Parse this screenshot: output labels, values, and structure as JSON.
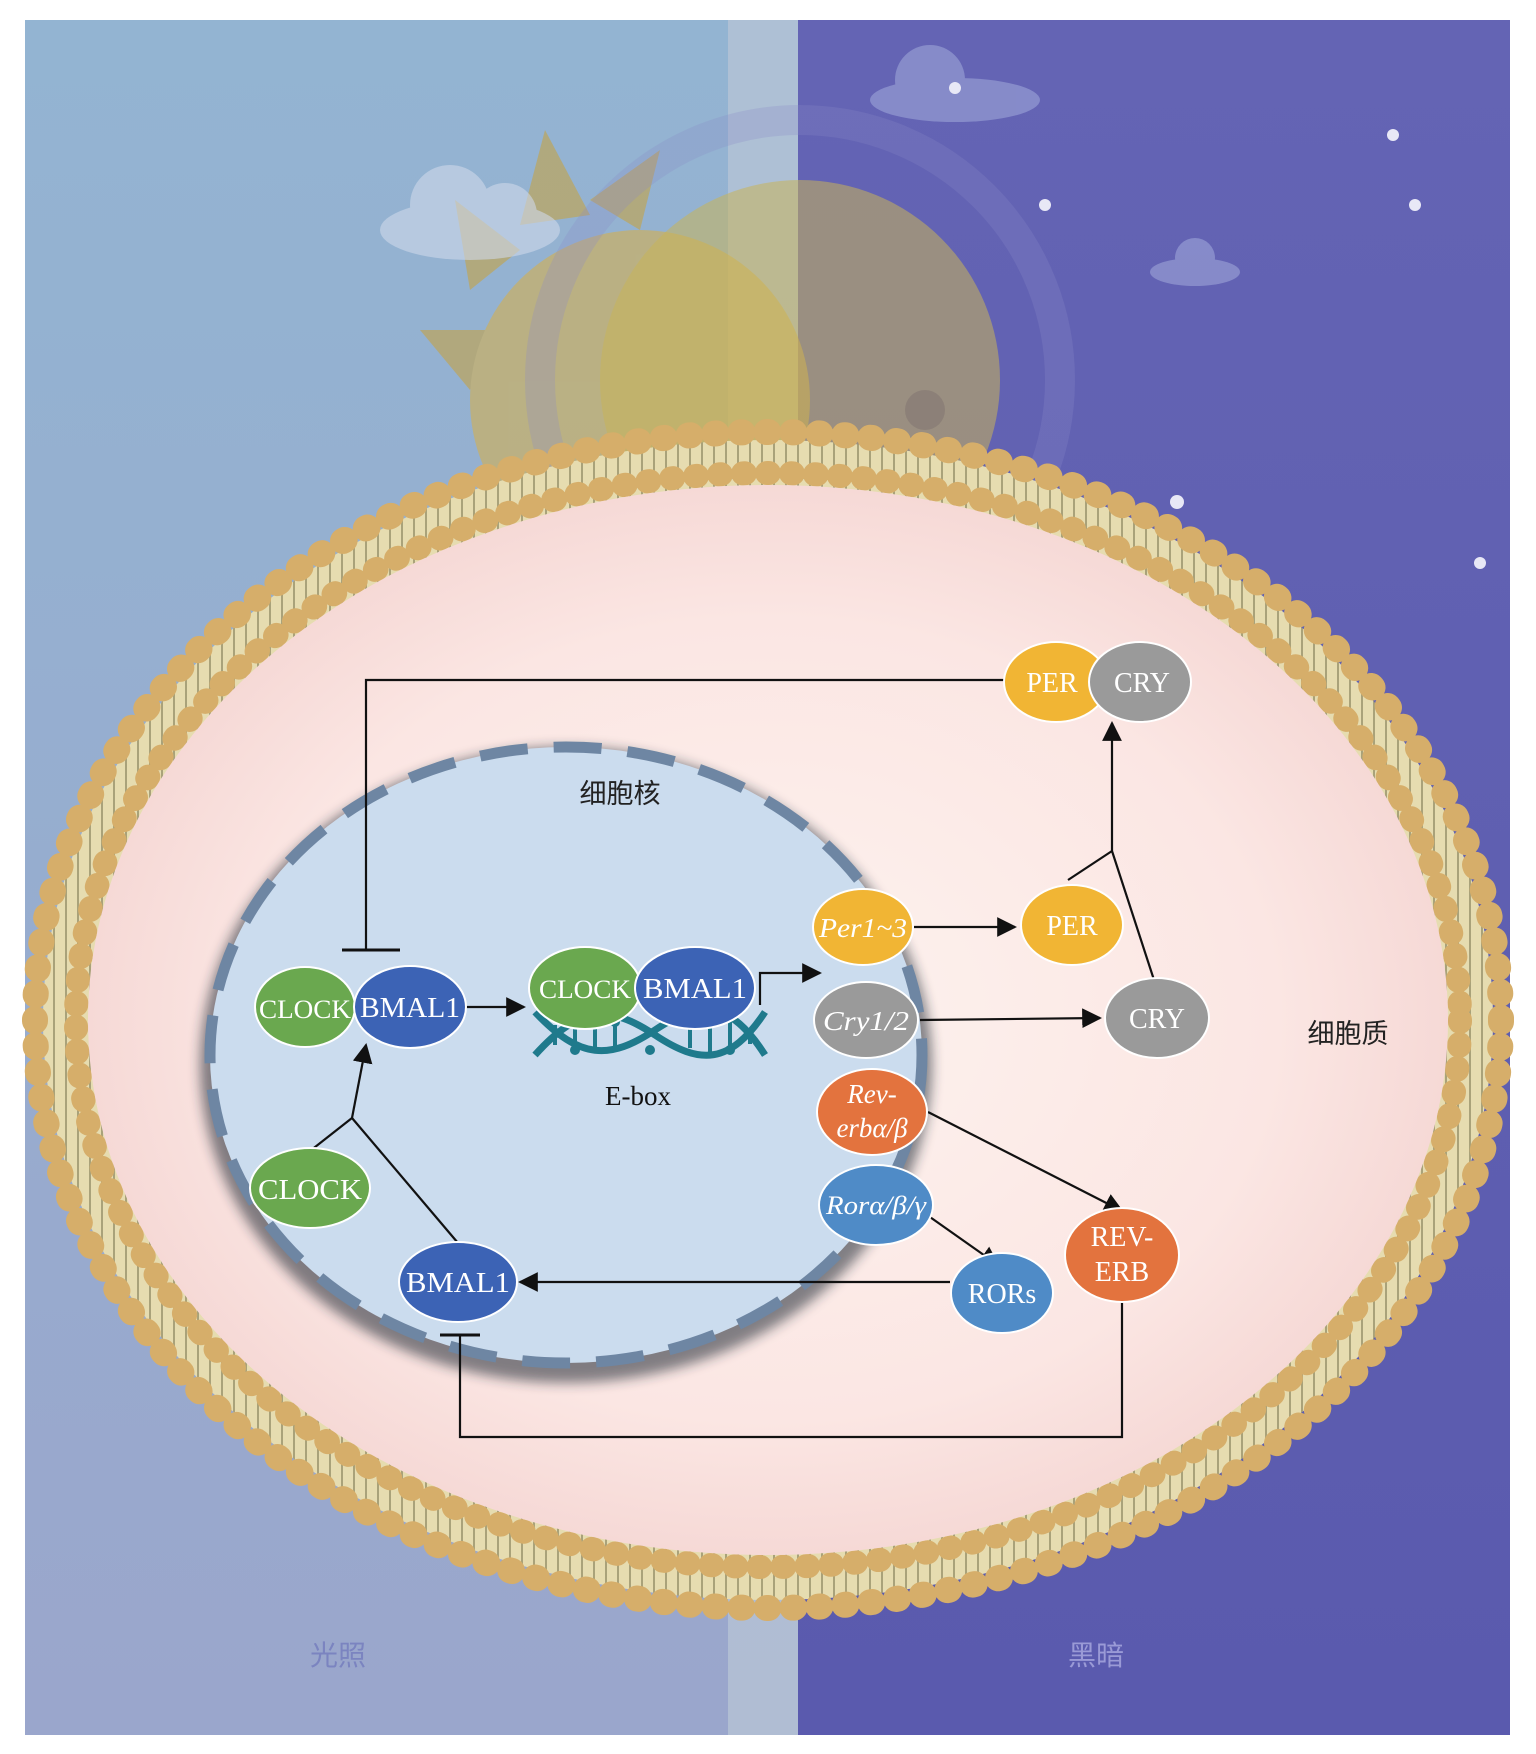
{
  "labels": {
    "nucleus": "细胞核",
    "cytoplasm": "细胞质",
    "ebox": "E-box",
    "light": "光照",
    "dark": "黑暗"
  },
  "molecules": {
    "clock": "CLOCK",
    "bmal1": "BMAL1",
    "per": "PER",
    "cry": "CRY",
    "per_gene": "Per1~3",
    "cry_gene": "Cry1/2",
    "rev_gene_line1": "Rev-",
    "rev_gene_line2": "erbα/β",
    "ror_gene": "Rorα/β/γ",
    "rors": "RORs",
    "rev_erb_line1": "REV-",
    "rev_erb_line2": "ERB"
  },
  "colors": {
    "clock_green": "#6aa84f",
    "bmal1_blue": "#3c63b5",
    "per_orange": "#f1b534",
    "cry_gray": "#9a9a9a",
    "rev_orange": "#e3733e",
    "ror_blue": "#4f8bc7",
    "light_sky": "#93b4d2",
    "dark_sky": "#6464b4",
    "nucleus_fill": "#cbdcee",
    "cytoplasm_fill": "#fbe6e3"
  }
}
